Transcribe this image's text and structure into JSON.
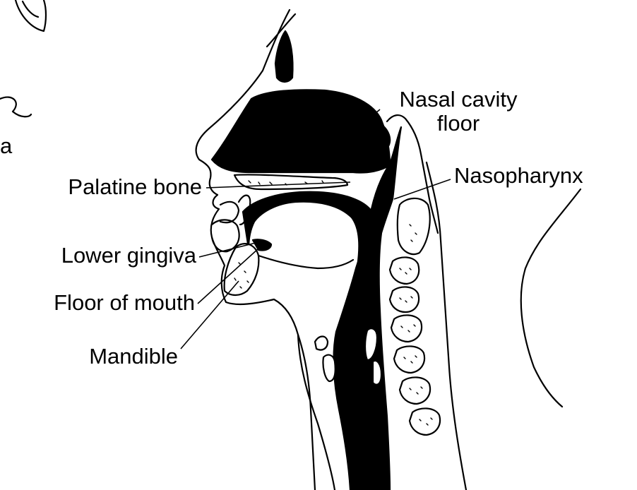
{
  "labels": {
    "cropped_fragment": "a",
    "nasal_cavity_floor_line1": "Nasal cavity",
    "nasal_cavity_floor_line2": "floor",
    "nasopharynx": "Nasopharynx",
    "palatine_bone": "Palatine bone",
    "lower_gingiva": "Lower gingiva",
    "floor_of_mouth": "Floor of mouth",
    "mandible": "Mandible"
  },
  "colors": {
    "ink": "#000000",
    "background": "#ffffff"
  }
}
